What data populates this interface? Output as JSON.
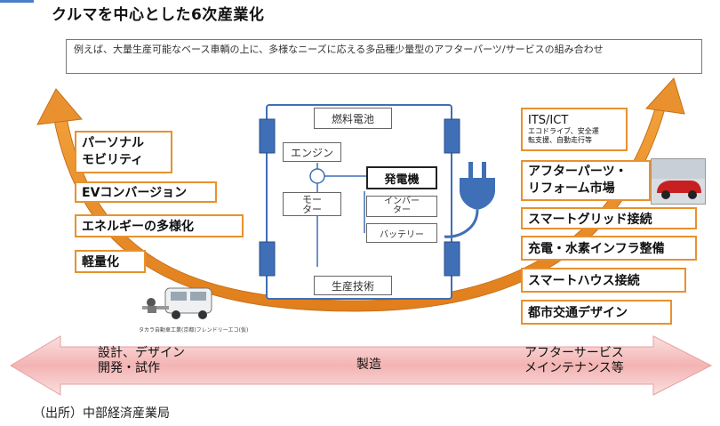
{
  "title": "クルマを中心とした6次産業化",
  "example_text": "例えば、大量生産可能なベース車輌の上に、多様なニーズに応える多品種少量型のアフターパーツ/サービスの組み合わせ",
  "left_items": [
    {
      "lines": [
        "パーソナル",
        "モビリティ"
      ]
    },
    {
      "lines": [
        "EVコンバージョン"
      ]
    },
    {
      "lines": [
        "エネルギーの多様化"
      ]
    },
    {
      "lines": [
        "軽量化"
      ]
    }
  ],
  "right_items": {
    "its": {
      "title": "ITS/ICT",
      "sub1": "エコドライブ、安全運",
      "sub2": "転支援、自動走行等"
    },
    "after_parts": [
      "アフターパーツ・",
      "リフォーム市場"
    ],
    "others": [
      "スマートグリッド接続",
      "充電・水素インフラ整備",
      "スマートハウス接続",
      "都市交通デザイン"
    ]
  },
  "car": {
    "fuel_cell": "燃料電池",
    "engine": "エンジン",
    "generator": "発電機",
    "motor_line1": "モー",
    "motor_line2": "ター",
    "inverter_line1": "インバー",
    "inverter_line2": "ター",
    "battery": "バッテリー",
    "production": "生産技術"
  },
  "photo_caption": "タカラ自動車工業(京都)フレンドリーエコ(仮)",
  "bottom_arrow": {
    "left_line1": "設計、デザイン",
    "left_line2": "開発・試作",
    "center": "製造",
    "right_line1": "アフターサービス",
    "right_line2": "メインテナンス等"
  },
  "source": "（出所）中部経済産業局",
  "colors": {
    "orange": "#e8912e",
    "orange_border": "#e8912e",
    "pink": "#f3b3b3",
    "blue": "#3f6fb6"
  }
}
